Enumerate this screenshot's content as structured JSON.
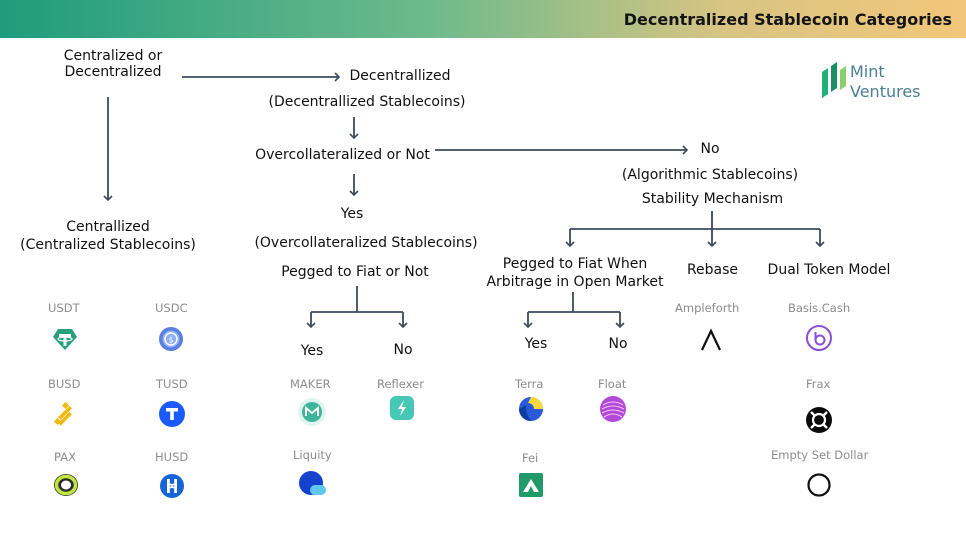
{
  "header": {
    "title": "Decentralized Stablecoin Categories"
  },
  "brand": {
    "line1": "Mint",
    "line2": "Ventures"
  },
  "nodes": {
    "root_l1": "Centralized or",
    "root_l2": "Decentralized",
    "decentral": "Decentrallized",
    "decentral_sub": "(Decentrallized Stablecoins)",
    "overcol": "Overcollateralized or Not",
    "yes": "Yes",
    "overcol_sub": "(Overcollateralized Stablecoins)",
    "pegged": "Pegged to Fiat or Not",
    "no": "No",
    "algo_sub": "(Algorithmic Stablecoins)",
    "stability": "Stability Mechanism",
    "peg_arb_l1": "Pegged to Fiat When",
    "peg_arb_l2": "Arbitrage in Open Market",
    "rebase": "Rebase",
    "dual": "Dual Token Model",
    "central": "Centrallized",
    "central_sub": "(Centralized Stablecoins)",
    "pegged_yes": "Yes",
    "pegged_no": "No",
    "arb_yes": "Yes",
    "arb_no": "No"
  },
  "coins": {
    "usdt": "USDT",
    "usdc": "USDC",
    "busd": "BUSD",
    "tusd": "TUSD",
    "pax": "PAX",
    "husd": "HUSD",
    "maker": "MAKER",
    "reflexer": "Reflexer",
    "liquity": "Liquity",
    "terra": "Terra",
    "float": "Float",
    "fei": "Fei",
    "ampleforth": "Ampleforth",
    "basis": "Basis.Cash",
    "frax": "Frax",
    "esd": "Empty Set Dollar"
  },
  "colors": {
    "accent_green": "#1f9c7c",
    "accent_gold": "#f2c779",
    "arrow": "#3d4a5c"
  },
  "icons": [
    "tether-icon",
    "usdc-icon",
    "binance-usd-icon",
    "trueusd-icon",
    "paxos-icon",
    "husd-icon",
    "maker-icon",
    "reflexer-icon",
    "liquity-icon",
    "terra-icon",
    "float-icon",
    "fei-icon",
    "ampleforth-icon",
    "basis-cash-icon",
    "frax-icon",
    "empty-set-dollar-icon",
    "mint-ventures-logo-icon"
  ]
}
